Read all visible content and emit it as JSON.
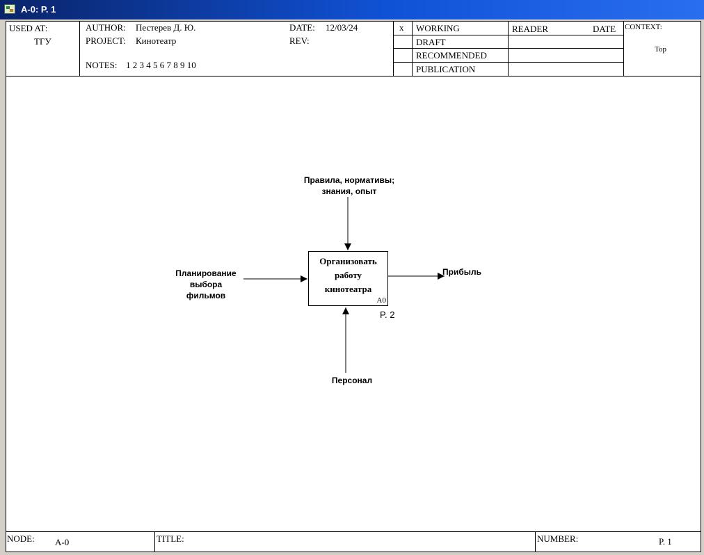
{
  "window": {
    "title": "A-0:  P. 1",
    "icon": "app-icon"
  },
  "header": {
    "used_at_label": "USED AT:",
    "used_at_value": "ТГУ",
    "author_label": "AUTHOR:",
    "author_value": "Пестерев Д. Ю.",
    "project_label": "PROJECT:",
    "project_value": "Кинотеатр",
    "notes_label": "NOTES:",
    "notes_value": "1  2  3  4  5  6  7  8  9  10",
    "date_label": "DATE:",
    "date_value": "12/03/24",
    "rev_label": "REV:",
    "status_mark": "x",
    "status": [
      "WORKING",
      "DRAFT",
      "RECOMMENDED",
      "PUBLICATION"
    ],
    "reader_label": "READER",
    "reader_date_label": "DATE",
    "context_label": "CONTEXT:",
    "context_value": "Top"
  },
  "diagram": {
    "box_label": "Организовать\nработу\nкинотеатра",
    "box_id": "A0",
    "page_ref": "P. 2",
    "control_label": "Правила, нормативы;\nзнания, опыт",
    "input_label": "Планирование\nвыбора\nфильмов",
    "output_label": "Прибыль",
    "mechanism_label": "Персонал"
  },
  "footer": {
    "node_label": "NODE:",
    "node_value": "A-0",
    "title_label": "TITLE:",
    "number_label": "NUMBER:",
    "number_value": "P. 1"
  }
}
